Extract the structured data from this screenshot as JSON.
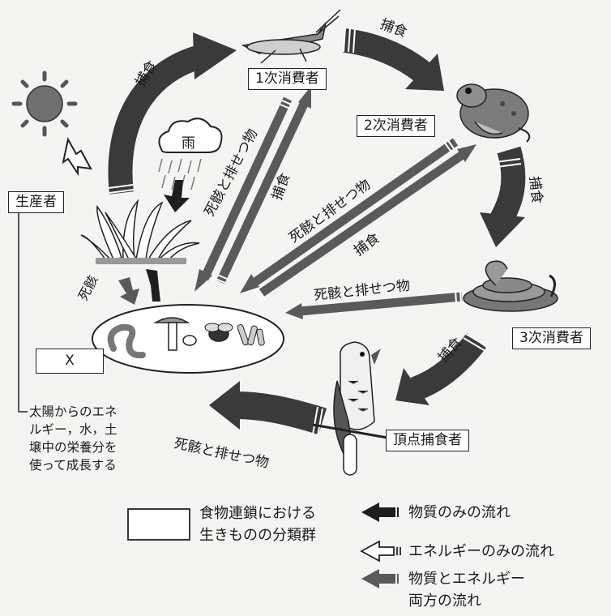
{
  "nodes": {
    "primary_consumer": "1次消費者",
    "secondary_consumer": "2次消費者",
    "tertiary_consumer": "3次消費者",
    "apex_predator": "頂点捕食者",
    "producer": "生産者",
    "decomposer": "X"
  },
  "labels": {
    "rain": "雨",
    "predation": "捕食",
    "remains_excreta": "死骸と排せつ物",
    "remains": "死骸"
  },
  "producer_note": [
    "太陽からのエネ",
    "ルギー，水，土",
    "壌中の栄養分を",
    "使って成長する"
  ],
  "legend": {
    "box_desc_line1": "食物連鎖における",
    "box_desc_line2": "生きものの分類群",
    "matter_only": "物質のみの流れ",
    "energy_only": "エネルギーのみの流れ",
    "both_line1": "物質とエネルギー",
    "both_line2": "両方の流れ"
  },
  "colors": {
    "matter_arrow": "#1e1e1e",
    "both_arrow": "#5a5a5a",
    "energy_arrow": "#ffffff"
  }
}
